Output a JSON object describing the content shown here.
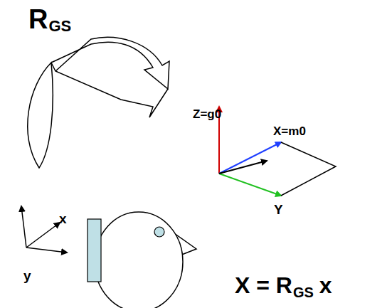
{
  "diagram": {
    "labels": [
      "R",
      "GS",
      "Z=g0",
      "X=m0",
      "Y",
      "x",
      "y",
      "X = R",
      "GS",
      "x"
    ]
  }
}
